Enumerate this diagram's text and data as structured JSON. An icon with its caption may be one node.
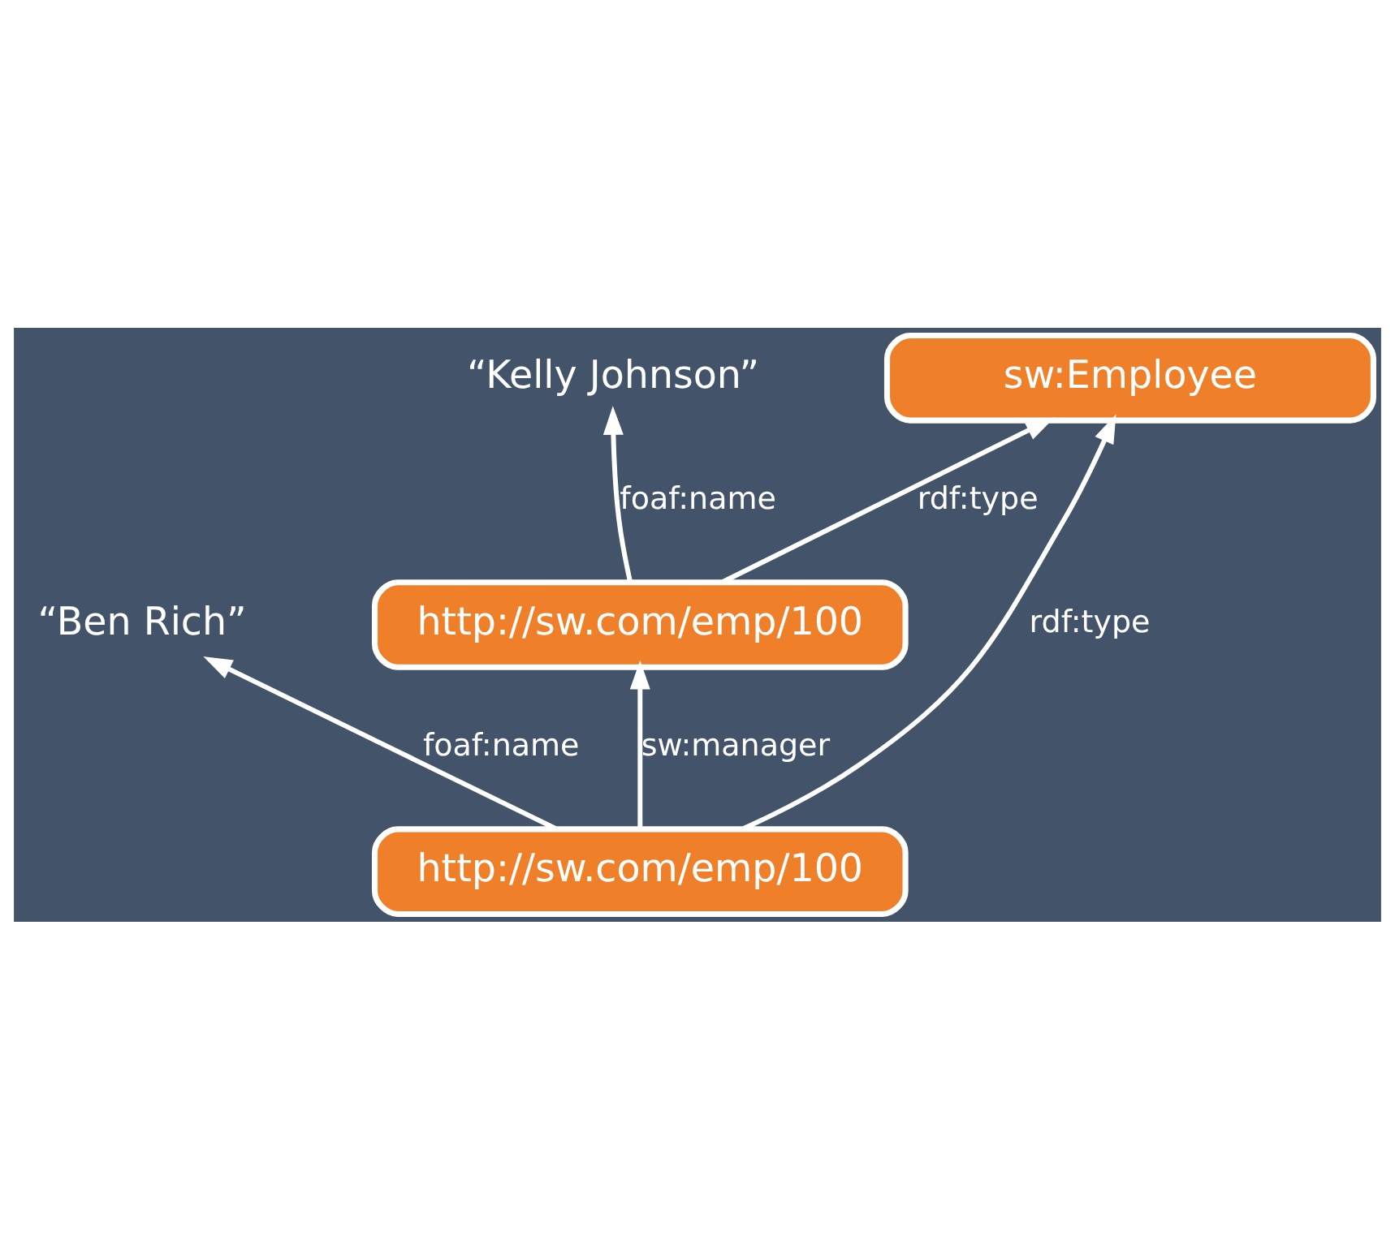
{
  "diagram": {
    "nodes": [
      {
        "text": [
          "“Ben Rich”"
        ]
      },
      {
        "text": [
          "http://sw.com/emp/100"
        ]
      },
      {
        "text": [
          "http://sw.com/emp/100"
        ]
      },
      {
        "text": [
          "“Kelly Johnson”"
        ]
      },
      {
        "text": [
          "sw:Employee"
        ]
      }
    ],
    "edges": [
      {
        "from": 1,
        "to": 0,
        "arrow": "to",
        "label": "foaf:name"
      },
      {
        "from": 1,
        "to": 2,
        "arrow": "to",
        "label": "sw:manager"
      },
      {
        "from": 2,
        "to": 3,
        "arrow": "to",
        "label": "foaf:name"
      },
      {
        "from": 1,
        "to": 4,
        "arrow": "to",
        "label": "rdf:type"
      },
      {
        "from": 2,
        "to": 4,
        "arrow": "to",
        "label": "rdf:type"
      }
    ]
  }
}
